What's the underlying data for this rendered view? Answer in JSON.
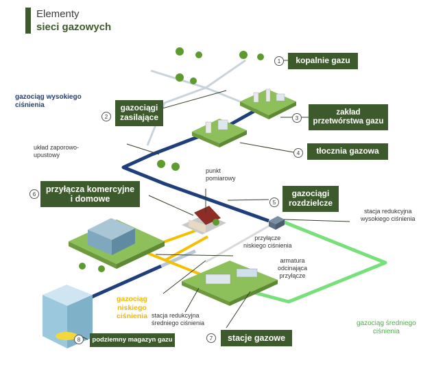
{
  "title": {
    "line1": "Elementy",
    "line2": "sieci gazowych"
  },
  "colors": {
    "high_pressure": "#1e3f7a",
    "medium_pressure": "#77e07a",
    "low_pressure": "#f2c000",
    "label_box": "#3d5a2c"
  },
  "labels": {
    "kopalnie": "kopalnie gazu",
    "zasilajace": "gazociągi\nzasilające",
    "zaklad": "zakład\nprzetwórstwa gazu",
    "tlocznia": "tłocznia gazowa",
    "rozdzielcze": "gazociągi\nrozdzielcze",
    "przylacza": "przyłącza komercyjne\ni domowe",
    "stacje": "stacje gazowe",
    "magazyn": "podziemny magazyn gazu",
    "wysokie": "gazociąg wysokiego\nciśnienia",
    "uklad": "układ zaporowo-\nupustowy",
    "punkt": "punkt\npomiarowy",
    "stacja_red_wys": "stacja redukcyjna\nwysokiego ciśnienia",
    "przylacze_nisk": "przyłącze\nniskiego ciśnienia",
    "armatura": "armatura\nodcinająca\nprzyłącze",
    "gaz_nisk": "gazociąg\nniskiego\nciśnienia",
    "stacja_red_sred": "stacja redukcyjna\nśredniego ciśnienia",
    "gaz_sred": "gazociąg średniego\nciśnienia"
  },
  "numbers": {
    "n1": "1",
    "n2": "2",
    "n3": "3",
    "n4": "4",
    "n5": "5",
    "n6": "6",
    "n7": "7",
    "n8": "8"
  }
}
